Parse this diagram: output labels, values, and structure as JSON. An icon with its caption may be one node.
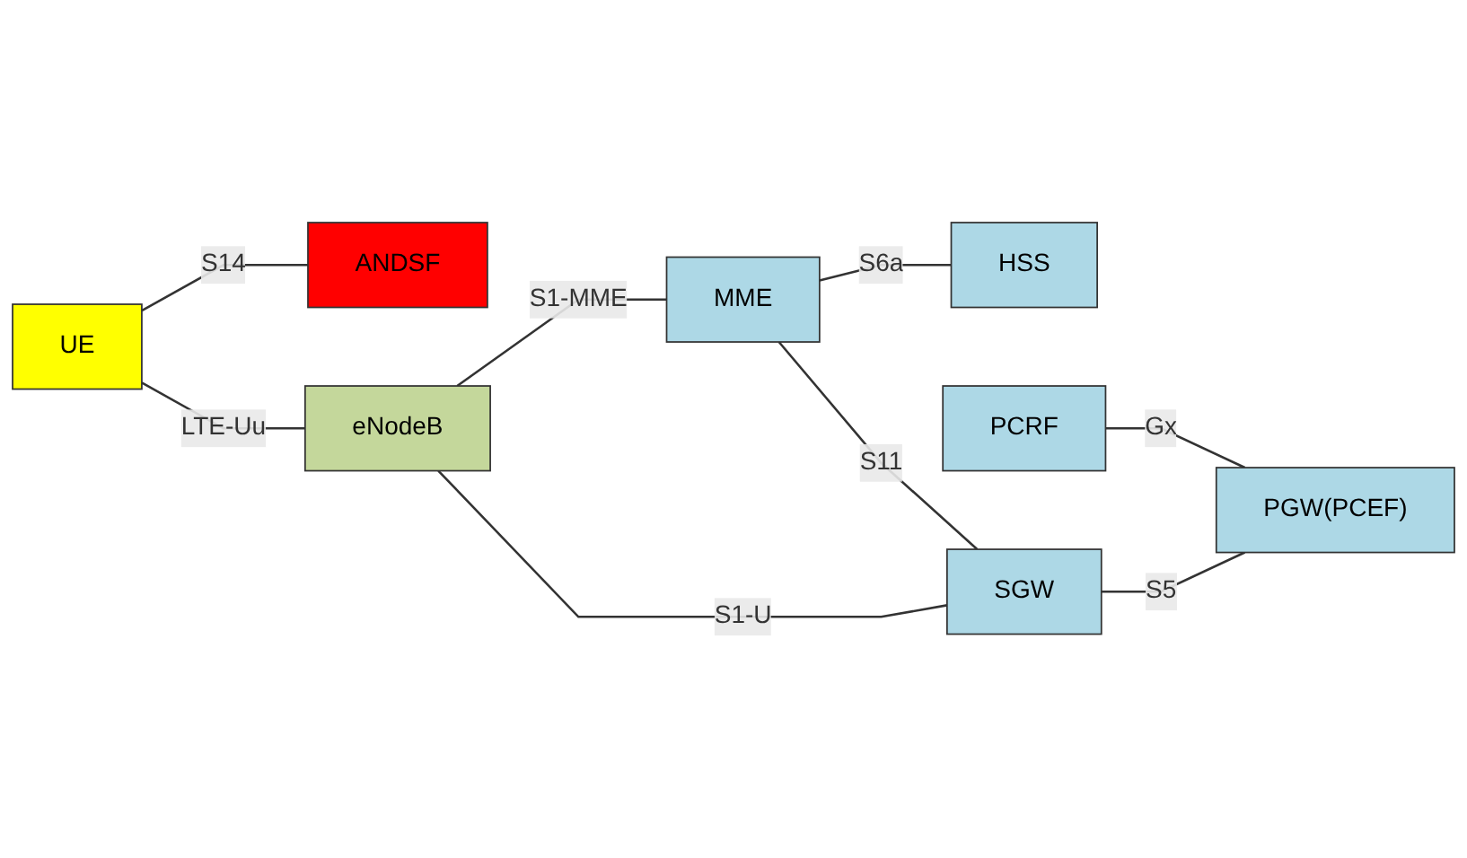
{
  "diagram": {
    "nodes": [
      {
        "text": [
          "ANDSF"
        ]
      },
      {
        "text": [
          "HSS"
        ]
      },
      {
        "text": [
          "MME"
        ]
      },
      {
        "text": [
          "PCRF"
        ]
      },
      {
        "text": [
          "UE"
        ]
      },
      {
        "text": [
          "eNodeB"
        ]
      },
      {
        "text": [
          "SGW"
        ]
      },
      {
        "text": [
          "PGW(PCEF)"
        ]
      }
    ],
    "edges": [
      {
        "from": 4,
        "to": 0,
        "arrow": "none",
        "label": "S14"
      },
      {
        "from": 2,
        "to": 1,
        "arrow": "none",
        "label": "S6a"
      },
      {
        "from": 5,
        "to": 2,
        "arrow": "none",
        "label": "S1-MME"
      },
      {
        "from": 2,
        "to": 6,
        "arrow": "none",
        "label": "S11"
      },
      {
        "from": 3,
        "to": 7,
        "arrow": "none",
        "label": "Gx"
      },
      {
        "from": 4,
        "to": 5,
        "arrow": "none",
        "label": "LTE-Uu"
      },
      {
        "from": 5,
        "to": 6,
        "arrow": "none",
        "label": "S1-U"
      },
      {
        "from": 6,
        "to": 7,
        "arrow": "none",
        "label": "S5"
      }
    ]
  }
}
